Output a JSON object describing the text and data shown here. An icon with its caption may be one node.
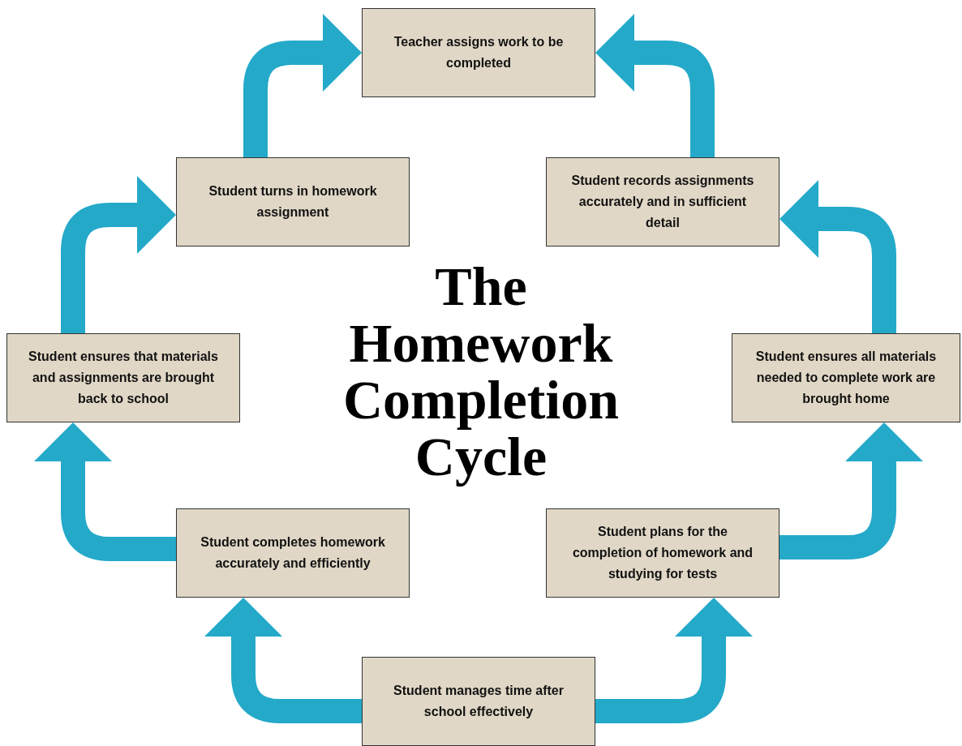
{
  "diagram": {
    "title": "The Homework Completion Cycle",
    "nodes": [
      {
        "text": [
          "Teacher assigns work to be completed"
        ]
      },
      {
        "text": [
          "Student records assignments accurately and in sufficient detail"
        ]
      },
      {
        "text": [
          "Student turns in homework assignment"
        ]
      },
      {
        "text": [
          "Student ensures that materials and assignments are brought back to school"
        ]
      },
      {
        "text": [
          "Student ensures all materials needed to complete work are brought home"
        ]
      },
      {
        "text": [
          "Student completes homework accurately and efficiently"
        ]
      },
      {
        "text": [
          "Student plans for the completion of homework and studying for tests"
        ]
      },
      {
        "text": [
          "Student manages time after school effectively"
        ]
      }
    ],
    "edges": [
      {
        "from": 1,
        "to": 0,
        "arrow": "to"
      },
      {
        "from": 4,
        "to": 1,
        "arrow": "to"
      },
      {
        "from": 6,
        "to": 4,
        "arrow": "to"
      },
      {
        "from": 7,
        "to": 6,
        "arrow": "to"
      },
      {
        "from": 7,
        "to": 5,
        "arrow": "to"
      },
      {
        "from": 5,
        "to": 3,
        "arrow": "to"
      },
      {
        "from": 3,
        "to": 2,
        "arrow": "to"
      },
      {
        "from": 2,
        "to": 0,
        "arrow": "to"
      }
    ]
  }
}
